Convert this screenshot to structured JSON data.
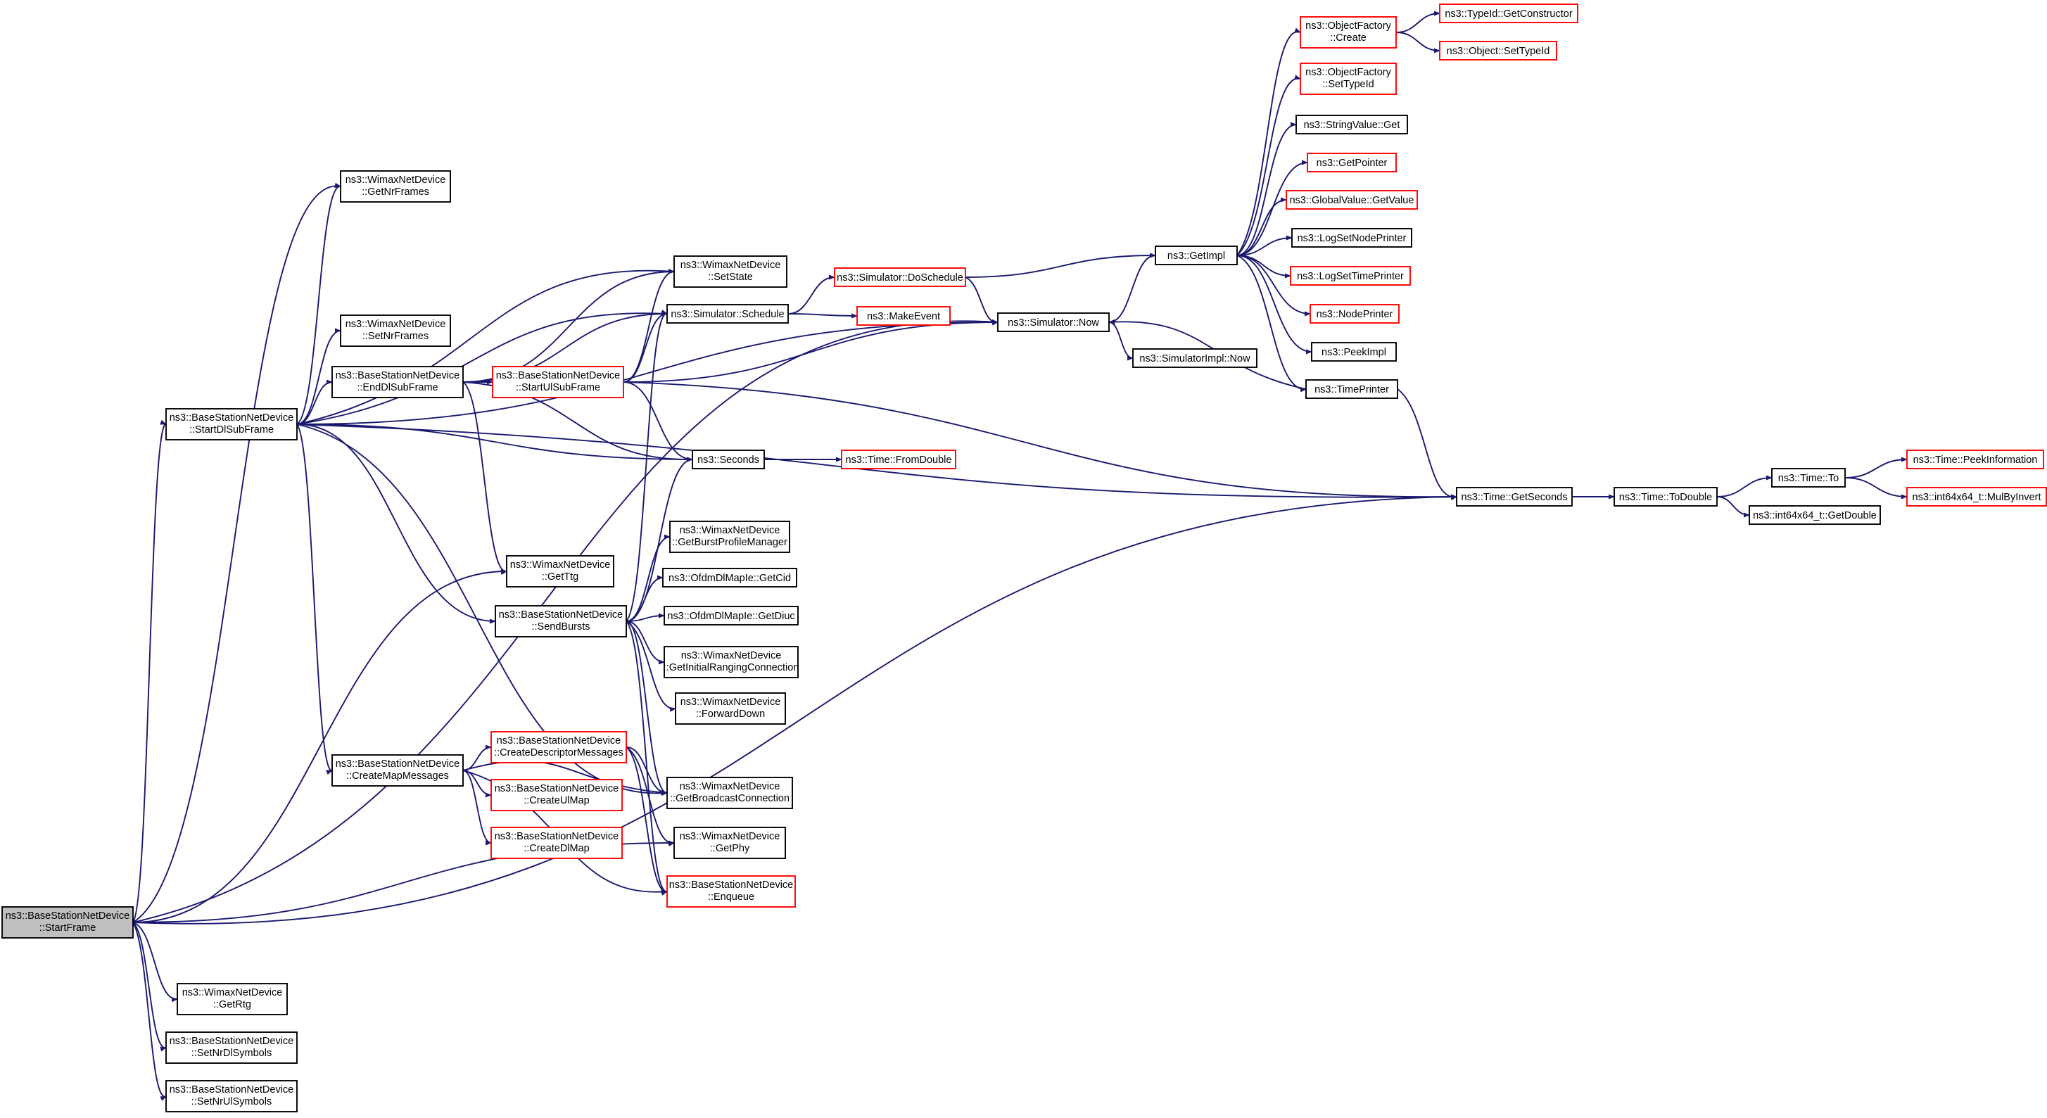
{
  "colors": {
    "edge": "#191970",
    "root_fill": "#bfbfbf",
    "node_border": "#000000",
    "undocumented_border": "#ff0000",
    "text": "#000000"
  },
  "nodes": [
    {
      "id": "startframe",
      "lines": [
        "ns3::BaseStationNetDevice",
        "::StartFrame"
      ],
      "style": "root"
    },
    {
      "id": "getnrframes",
      "lines": [
        "ns3::WimaxNetDevice",
        "::GetNrFrames"
      ],
      "style": "normal"
    },
    {
      "id": "setnrframes",
      "lines": [
        "ns3::WimaxNetDevice",
        "::SetNrFrames"
      ],
      "style": "normal"
    },
    {
      "id": "startdlsubframe",
      "lines": [
        "ns3::BaseStationNetDevice",
        "::StartDlSubFrame"
      ],
      "style": "normal"
    },
    {
      "id": "enddlsubframe",
      "lines": [
        "ns3::BaseStationNetDevice",
        "::EndDlSubFrame"
      ],
      "style": "normal"
    },
    {
      "id": "startulsubframe",
      "lines": [
        "ns3::BaseStationNetDevice",
        "::StartUlSubFrame"
      ],
      "style": "red"
    },
    {
      "id": "setstate",
      "lines": [
        "ns3::WimaxNetDevice",
        "::SetState"
      ],
      "style": "normal"
    },
    {
      "id": "schedule",
      "lines": [
        "ns3::Simulator::Schedule"
      ],
      "style": "normal"
    },
    {
      "id": "doschedule",
      "lines": [
        "ns3::Simulator::DoSchedule"
      ],
      "style": "red"
    },
    {
      "id": "makeevent",
      "lines": [
        "ns3::MakeEvent"
      ],
      "style": "red"
    },
    {
      "id": "now",
      "lines": [
        "ns3::Simulator::Now"
      ],
      "style": "normal"
    },
    {
      "id": "implnow",
      "lines": [
        "ns3::SimulatorImpl::Now"
      ],
      "style": "normal"
    },
    {
      "id": "getimpl",
      "lines": [
        "ns3::GetImpl"
      ],
      "style": "normal"
    },
    {
      "id": "ofcreate",
      "lines": [
        "ns3::ObjectFactory",
        "::Create"
      ],
      "style": "red"
    },
    {
      "id": "ofsettypeid",
      "lines": [
        "ns3::ObjectFactory",
        "::SetTypeId"
      ],
      "style": "red"
    },
    {
      "id": "getconstructor",
      "lines": [
        "ns3::TypeId::GetConstructor"
      ],
      "style": "red"
    },
    {
      "id": "objsettypeid",
      "lines": [
        "ns3::Object::SetTypeId"
      ],
      "style": "red"
    },
    {
      "id": "stringvalueget",
      "lines": [
        "ns3::StringValue::Get"
      ],
      "style": "normal"
    },
    {
      "id": "getpointer",
      "lines": [
        "ns3::GetPointer"
      ],
      "style": "red"
    },
    {
      "id": "globalvalue",
      "lines": [
        "ns3::GlobalValue::GetValue"
      ],
      "style": "red"
    },
    {
      "id": "logsetnodeprinter",
      "lines": [
        "ns3::LogSetNodePrinter"
      ],
      "style": "normal"
    },
    {
      "id": "logsettimeprinter",
      "lines": [
        "ns3::LogSetTimePrinter"
      ],
      "style": "red"
    },
    {
      "id": "nodeprinter",
      "lines": [
        "ns3::NodePrinter"
      ],
      "style": "red"
    },
    {
      "id": "peekimpl",
      "lines": [
        "ns3::PeekImpl"
      ],
      "style": "normal"
    },
    {
      "id": "timeprinter",
      "lines": [
        "ns3::TimePrinter"
      ],
      "style": "normal"
    },
    {
      "id": "getseconds",
      "lines": [
        "ns3::Time::GetSeconds"
      ],
      "style": "normal"
    },
    {
      "id": "todouble",
      "lines": [
        "ns3::Time::ToDouble"
      ],
      "style": "normal"
    },
    {
      "id": "timeto",
      "lines": [
        "ns3::Time::To"
      ],
      "style": "normal"
    },
    {
      "id": "peekinformation",
      "lines": [
        "ns3::Time::PeekInformation"
      ],
      "style": "red"
    },
    {
      "id": "mulbyinvert",
      "lines": [
        "ns3::int64x64_t::MulByInvert"
      ],
      "style": "red"
    },
    {
      "id": "getdouble",
      "lines": [
        "ns3::int64x64_t::GetDouble"
      ],
      "style": "normal"
    },
    {
      "id": "seconds",
      "lines": [
        "ns3::Seconds"
      ],
      "style": "normal"
    },
    {
      "id": "fromdouble",
      "lines": [
        "ns3::Time::FromDouble"
      ],
      "style": "red"
    },
    {
      "id": "getburstprofilemanager",
      "lines": [
        "ns3::WimaxNetDevice",
        "::GetBurstProfileManager"
      ],
      "style": "normal"
    },
    {
      "id": "getcid",
      "lines": [
        "ns3::OfdmDlMapIe::GetCid"
      ],
      "style": "normal"
    },
    {
      "id": "getdiuc",
      "lines": [
        "ns3::OfdmDlMapIe::GetDiuc"
      ],
      "style": "normal"
    },
    {
      "id": "getinitialranging",
      "lines": [
        "ns3::WimaxNetDevice",
        "::GetInitialRangingConnection"
      ],
      "style": "normal"
    },
    {
      "id": "forwarddown",
      "lines": [
        "ns3::WimaxNetDevice",
        "::ForwardDown"
      ],
      "style": "normal"
    },
    {
      "id": "getttg",
      "lines": [
        "ns3::WimaxNetDevice",
        "::GetTtg"
      ],
      "style": "normal"
    },
    {
      "id": "sendbursts",
      "lines": [
        "ns3::BaseStationNetDevice",
        "::SendBursts"
      ],
      "style": "normal"
    },
    {
      "id": "createmapmessages",
      "lines": [
        "ns3::BaseStationNetDevice",
        "::CreateMapMessages"
      ],
      "style": "normal"
    },
    {
      "id": "createdescriptor",
      "lines": [
        "ns3::BaseStationNetDevice",
        "::CreateDescriptorMessages"
      ],
      "style": "red"
    },
    {
      "id": "createulmap",
      "lines": [
        "ns3::BaseStationNetDevice",
        "::CreateUlMap"
      ],
      "style": "red"
    },
    {
      "id": "createdlmap",
      "lines": [
        "ns3::BaseStationNetDevice",
        "::CreateDlMap"
      ],
      "style": "red"
    },
    {
      "id": "getbroadcast",
      "lines": [
        "ns3::WimaxNetDevice",
        "::GetBroadcastConnection"
      ],
      "style": "normal"
    },
    {
      "id": "getphy",
      "lines": [
        "ns3::WimaxNetDevice",
        "::GetPhy"
      ],
      "style": "normal"
    },
    {
      "id": "enqueue",
      "lines": [
        "ns3::BaseStationNetDevice",
        "::Enqueue"
      ],
      "style": "red"
    },
    {
      "id": "getrtg",
      "lines": [
        "ns3::WimaxNetDevice",
        "::GetRtg"
      ],
      "style": "normal"
    },
    {
      "id": "setnrdlsymbols",
      "lines": [
        "ns3::BaseStationNetDevice",
        "::SetNrDlSymbols"
      ],
      "style": "normal"
    },
    {
      "id": "setnrulsymbols",
      "lines": [
        "ns3::BaseStationNetDevice",
        "::SetNrUlSymbols"
      ],
      "style": "normal"
    }
  ],
  "edges": [
    [
      "startframe",
      "startdlsubframe"
    ],
    [
      "startframe",
      "getnrframes"
    ],
    [
      "startframe",
      "now"
    ],
    [
      "startframe",
      "getttg"
    ],
    [
      "startframe",
      "getphy"
    ],
    [
      "startframe",
      "getseconds"
    ],
    [
      "startframe",
      "getrtg"
    ],
    [
      "startframe",
      "setnrdlsymbols"
    ],
    [
      "startframe",
      "setnrulsymbols"
    ],
    [
      "startdlsubframe",
      "getnrframes"
    ],
    [
      "startdlsubframe",
      "setnrframes"
    ],
    [
      "startdlsubframe",
      "setstate"
    ],
    [
      "startdlsubframe",
      "schedule"
    ],
    [
      "startdlsubframe",
      "enddlsubframe"
    ],
    [
      "startdlsubframe",
      "now"
    ],
    [
      "startdlsubframe",
      "seconds"
    ],
    [
      "startdlsubframe",
      "getseconds"
    ],
    [
      "startdlsubframe",
      "sendbursts"
    ],
    [
      "startdlsubframe",
      "createmapmessages"
    ],
    [
      "startdlsubframe",
      "getbroadcast"
    ],
    [
      "enddlsubframe",
      "setstate"
    ],
    [
      "enddlsubframe",
      "schedule"
    ],
    [
      "enddlsubframe",
      "startulsubframe"
    ],
    [
      "enddlsubframe",
      "seconds"
    ],
    [
      "enddlsubframe",
      "getttg"
    ],
    [
      "startulsubframe",
      "setstate"
    ],
    [
      "startulsubframe",
      "schedule"
    ],
    [
      "startulsubframe",
      "now"
    ],
    [
      "startulsubframe",
      "seconds"
    ],
    [
      "startulsubframe",
      "getseconds"
    ],
    [
      "schedule",
      "doschedule"
    ],
    [
      "schedule",
      "makeevent"
    ],
    [
      "doschedule",
      "getimpl"
    ],
    [
      "doschedule",
      "now"
    ],
    [
      "now",
      "getimpl"
    ],
    [
      "now",
      "implnow"
    ],
    [
      "getimpl",
      "ofcreate"
    ],
    [
      "getimpl",
      "ofsettypeid"
    ],
    [
      "getimpl",
      "stringvalueget"
    ],
    [
      "getimpl",
      "getpointer"
    ],
    [
      "getimpl",
      "globalvalue"
    ],
    [
      "getimpl",
      "logsetnodeprinter"
    ],
    [
      "getimpl",
      "logsettimeprinter"
    ],
    [
      "getimpl",
      "nodeprinter"
    ],
    [
      "getimpl",
      "peekimpl"
    ],
    [
      "getimpl",
      "timeprinter"
    ],
    [
      "ofcreate",
      "getconstructor"
    ],
    [
      "ofcreate",
      "objsettypeid"
    ],
    [
      "timeprinter",
      "now"
    ],
    [
      "timeprinter",
      "getseconds"
    ],
    [
      "getseconds",
      "todouble"
    ],
    [
      "todouble",
      "timeto"
    ],
    [
      "todouble",
      "getdouble"
    ],
    [
      "timeto",
      "peekinformation"
    ],
    [
      "timeto",
      "mulbyinvert"
    ],
    [
      "seconds",
      "fromdouble"
    ],
    [
      "sendbursts",
      "schedule"
    ],
    [
      "sendbursts",
      "seconds"
    ],
    [
      "sendbursts",
      "getburstprofilemanager"
    ],
    [
      "sendbursts",
      "getcid"
    ],
    [
      "sendbursts",
      "getdiuc"
    ],
    [
      "sendbursts",
      "getinitialranging"
    ],
    [
      "sendbursts",
      "forwarddown"
    ],
    [
      "sendbursts",
      "getbroadcast"
    ],
    [
      "sendbursts",
      "enqueue"
    ],
    [
      "createmapmessages",
      "createdescriptor"
    ],
    [
      "createmapmessages",
      "createulmap"
    ],
    [
      "createmapmessages",
      "createdlmap"
    ],
    [
      "createmapmessages",
      "getbroadcast"
    ],
    [
      "createmapmessages",
      "enqueue"
    ],
    [
      "createdescriptor",
      "getbroadcast"
    ],
    [
      "createdescriptor",
      "getphy"
    ],
    [
      "createdescriptor",
      "enqueue"
    ]
  ]
}
